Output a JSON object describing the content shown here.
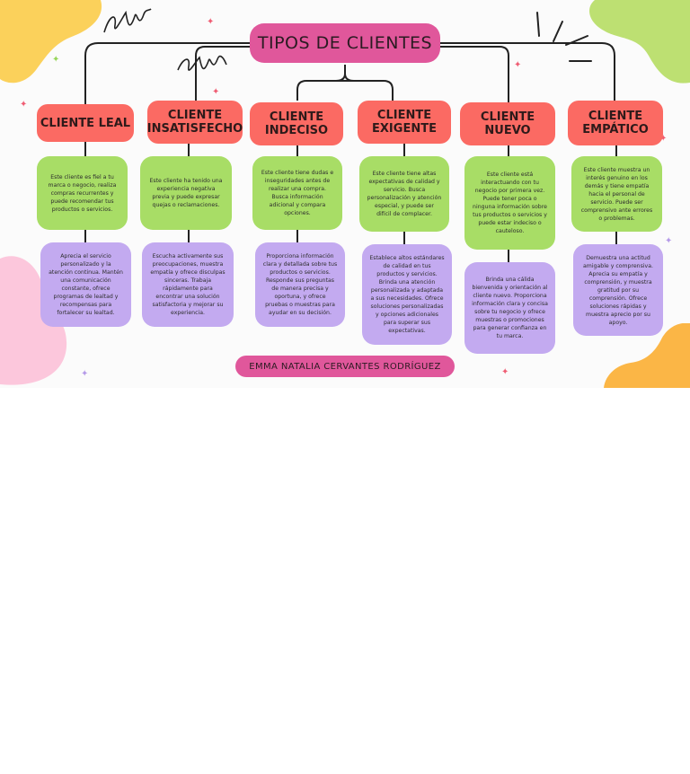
{
  "title": "TIPOS DE CLIENTES",
  "author": "EMMA NATALIA CERVANTES RODRÍGUEZ",
  "colors": {
    "title_bg": "#e0579b",
    "header_bg": "#fb6a63",
    "description_bg": "#a8dd66",
    "strategy_bg": "#c3aaf0",
    "blob_yellow": "#fbd15b",
    "blob_green": "#bde072",
    "blob_pink": "#fcc7dc",
    "blob_orange": "#fbb646"
  },
  "clients": [
    {
      "name": "CLIENTE LEAL",
      "description": "Este cliente es fiel a tu marca o negocio, realiza compras recurrentes y puede recomendar tus productos o servicios.",
      "strategy": "Aprecia el servicio personalizado y la atención continua. Mantén una comunicación constante, ofrece programas de lealtad y recompensas para fortalecer su lealtad."
    },
    {
      "name": "CLIENTE INSATISFECHO",
      "description": "Este cliente ha tenido una experiencia negativa previa y puede expresar quejas o reclamaciones.",
      "strategy": "Escucha activamente sus preocupaciones, muestra empatía y ofrece disculpas sinceras. Trabaja rápidamente para encontrar una solución satisfactoria y mejorar su experiencia."
    },
    {
      "name": "CLIENTE INDECISO",
      "description": "Este cliente tiene dudas e inseguridades antes de realizar una compra. Busca información adicional y compara opciones.",
      "strategy": "Proporciona información clara y detallada sobre tus productos o servicios. Responde sus preguntas de manera precisa y oportuna, y ofrece pruebas o muestras para ayudar en su decisión."
    },
    {
      "name": "CLIENTE EXIGENTE",
      "description": "Este cliente tiene altas expectativas de calidad y servicio. Busca personalización y atención especial, y puede ser difícil de complacer.",
      "strategy": "Establece altos estándares de calidad en tus productos y servicios. Brinda una atención personalizada y adaptada a sus necesidades. Ofrece soluciones personalizadas y opciones adicionales para superar sus expectativas."
    },
    {
      "name": "CLIENTE NUEVO",
      "description": "Este cliente está interactuando con tu negocio por primera vez. Puede tener poca o ninguna información sobre tus productos o servicios y puede estar indeciso o cauteloso.",
      "strategy": "Brinda una cálida bienvenida y orientación al cliente nuevo. Proporciona información clara y concisa sobre tu negocio y ofrece muestras o promociones para generar confianza en tu marca."
    },
    {
      "name": "CLIENTE EMPÁTICO",
      "description": "Este cliente muestra un interés genuino en los demás y tiene empatía hacia el personal de servicio. Puede ser comprensivo ante errores o problemas.",
      "strategy": "Demuestra una actitud amigable y comprensiva. Aprecia su empatía y comprensión, y muestra gratitud por su comprensión. Ofrece soluciones rápidas y muestra aprecio por su apoyo."
    }
  ]
}
